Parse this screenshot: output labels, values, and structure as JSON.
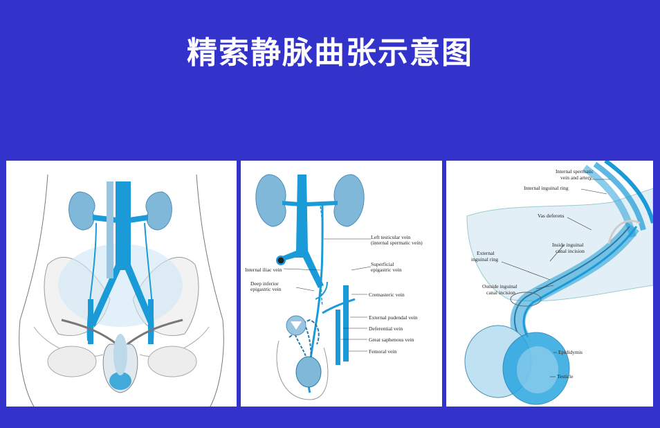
{
  "title": "精索静脉曲张示意图",
  "colors": {
    "background": "#3333cc",
    "vein": "#1a9ad6",
    "organ": "#7fb8d8",
    "line": "#555555"
  },
  "panel_middle": {
    "labels": [
      "Left testicular vein",
      "(internal spermatic vein)",
      "Internal iliac vein",
      "Superficial",
      "epigastric vein",
      "Deep inferior",
      "epigastric vein",
      "Cremasteric vein",
      "External pudendal vein",
      "Deferential vein",
      "Great saphenous vein",
      "Femoral vein"
    ]
  },
  "panel_right": {
    "labels": [
      "Internal spermatic",
      "vein and artery",
      "Internal inguinal ring",
      "Vas deferens",
      "Inside inguinal",
      "canal incision",
      "External",
      "inguinal ring",
      "Outside inguinal",
      "canal incision",
      "Epididymis",
      "Testicle"
    ]
  }
}
